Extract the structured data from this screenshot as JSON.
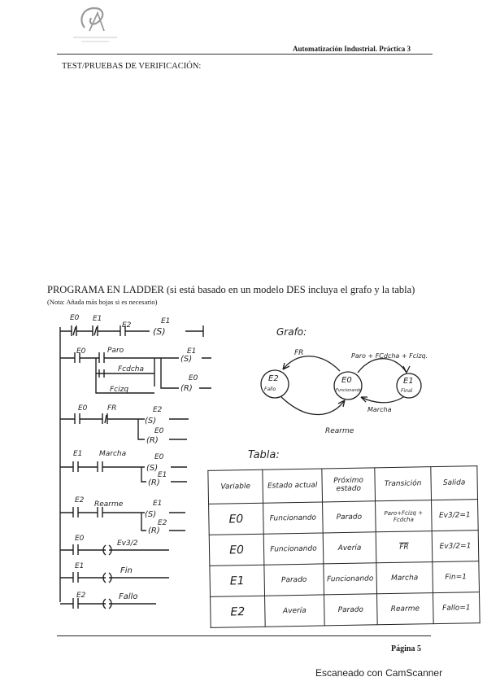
{
  "header": {
    "course": "Automatización Industrial. Práctica 3"
  },
  "test_section": {
    "title": "TEST/PRUEBAS  DE VERIFICACIÓN:"
  },
  "ladder_section": {
    "title": "PROGRAMA EN LADDER (si está basado en un modelo DES incluya el grafo y la tabla)",
    "note": "(Nota: Añada más hojas si es necesario)"
  },
  "ladder": {
    "rung1": {
      "contacts": [
        "E0",
        "E1",
        "E2"
      ],
      "coil": "E1",
      "coil_type": "(S)"
    },
    "rung2": {
      "contacts": [
        "E0",
        "Paro",
        "Fcdcha",
        "Fcizq"
      ],
      "coils": [
        {
          "name": "E1",
          "type": "(S)"
        },
        {
          "name": "E0",
          "type": "(R)"
        }
      ]
    },
    "rung3": {
      "contacts": [
        "E0",
        "FR"
      ],
      "coils": [
        {
          "name": "E2",
          "type": "(S)"
        },
        {
          "name": "E0",
          "type": "(R)"
        }
      ]
    },
    "rung4": {
      "contacts": [
        "E1",
        "Marcha"
      ],
      "coils": [
        {
          "name": "E0",
          "type": "(S)"
        },
        {
          "name": "E1",
          "type": "(R)"
        }
      ]
    },
    "rung5": {
      "contacts": [
        "E2",
        "Rearme"
      ],
      "coils": [
        {
          "name": "E1",
          "type": "(S)"
        },
        {
          "name": "E2",
          "type": "(R)"
        }
      ]
    },
    "rung6": {
      "contact": "E0",
      "output": "Ev3/2"
    },
    "rung7": {
      "contact": "E1",
      "output": "Fin"
    },
    "rung8": {
      "contact": "E2",
      "output": "Fallo"
    }
  },
  "graph": {
    "title": "Grafo:",
    "states": [
      {
        "id": "E2",
        "label": "Fallo"
      },
      {
        "id": "E0",
        "label": "Funcionando"
      },
      {
        "id": "E1",
        "label": "Final"
      }
    ],
    "transitions": [
      {
        "from": "E0",
        "to": "E2",
        "label": "FR"
      },
      {
        "from": "E0",
        "to": "E1",
        "label": "Paro + FCdcha + Fcizq."
      },
      {
        "from": "E1",
        "to": "E0",
        "label": "Marcha"
      },
      {
        "from": "E2",
        "to": "E0",
        "label": "Rearme"
      }
    ]
  },
  "table": {
    "title": "Tabla:",
    "headers": [
      "Variable",
      "Estado actual",
      "Próximo estado",
      "Transición",
      "Salida"
    ],
    "rows": [
      [
        "E0",
        "Funcionando",
        "Parado",
        "Paro+Fcizq + Fcdcha",
        "Ev3/2=1"
      ],
      [
        "E0",
        "Funcionando",
        "Avería",
        "FR",
        "Ev3/2=1"
      ],
      [
        "E1",
        "Parado",
        "Funcionando",
        "Marcha",
        "Fin=1"
      ],
      [
        "E2",
        "Avería",
        "Parado",
        "Rearme",
        "Fallo=1"
      ]
    ]
  },
  "footer": {
    "page": "Página 5",
    "scanner": "Escaneado con CamScanner"
  },
  "colors": {
    "ink": "#1a1a1a",
    "paper": "#ffffff"
  }
}
